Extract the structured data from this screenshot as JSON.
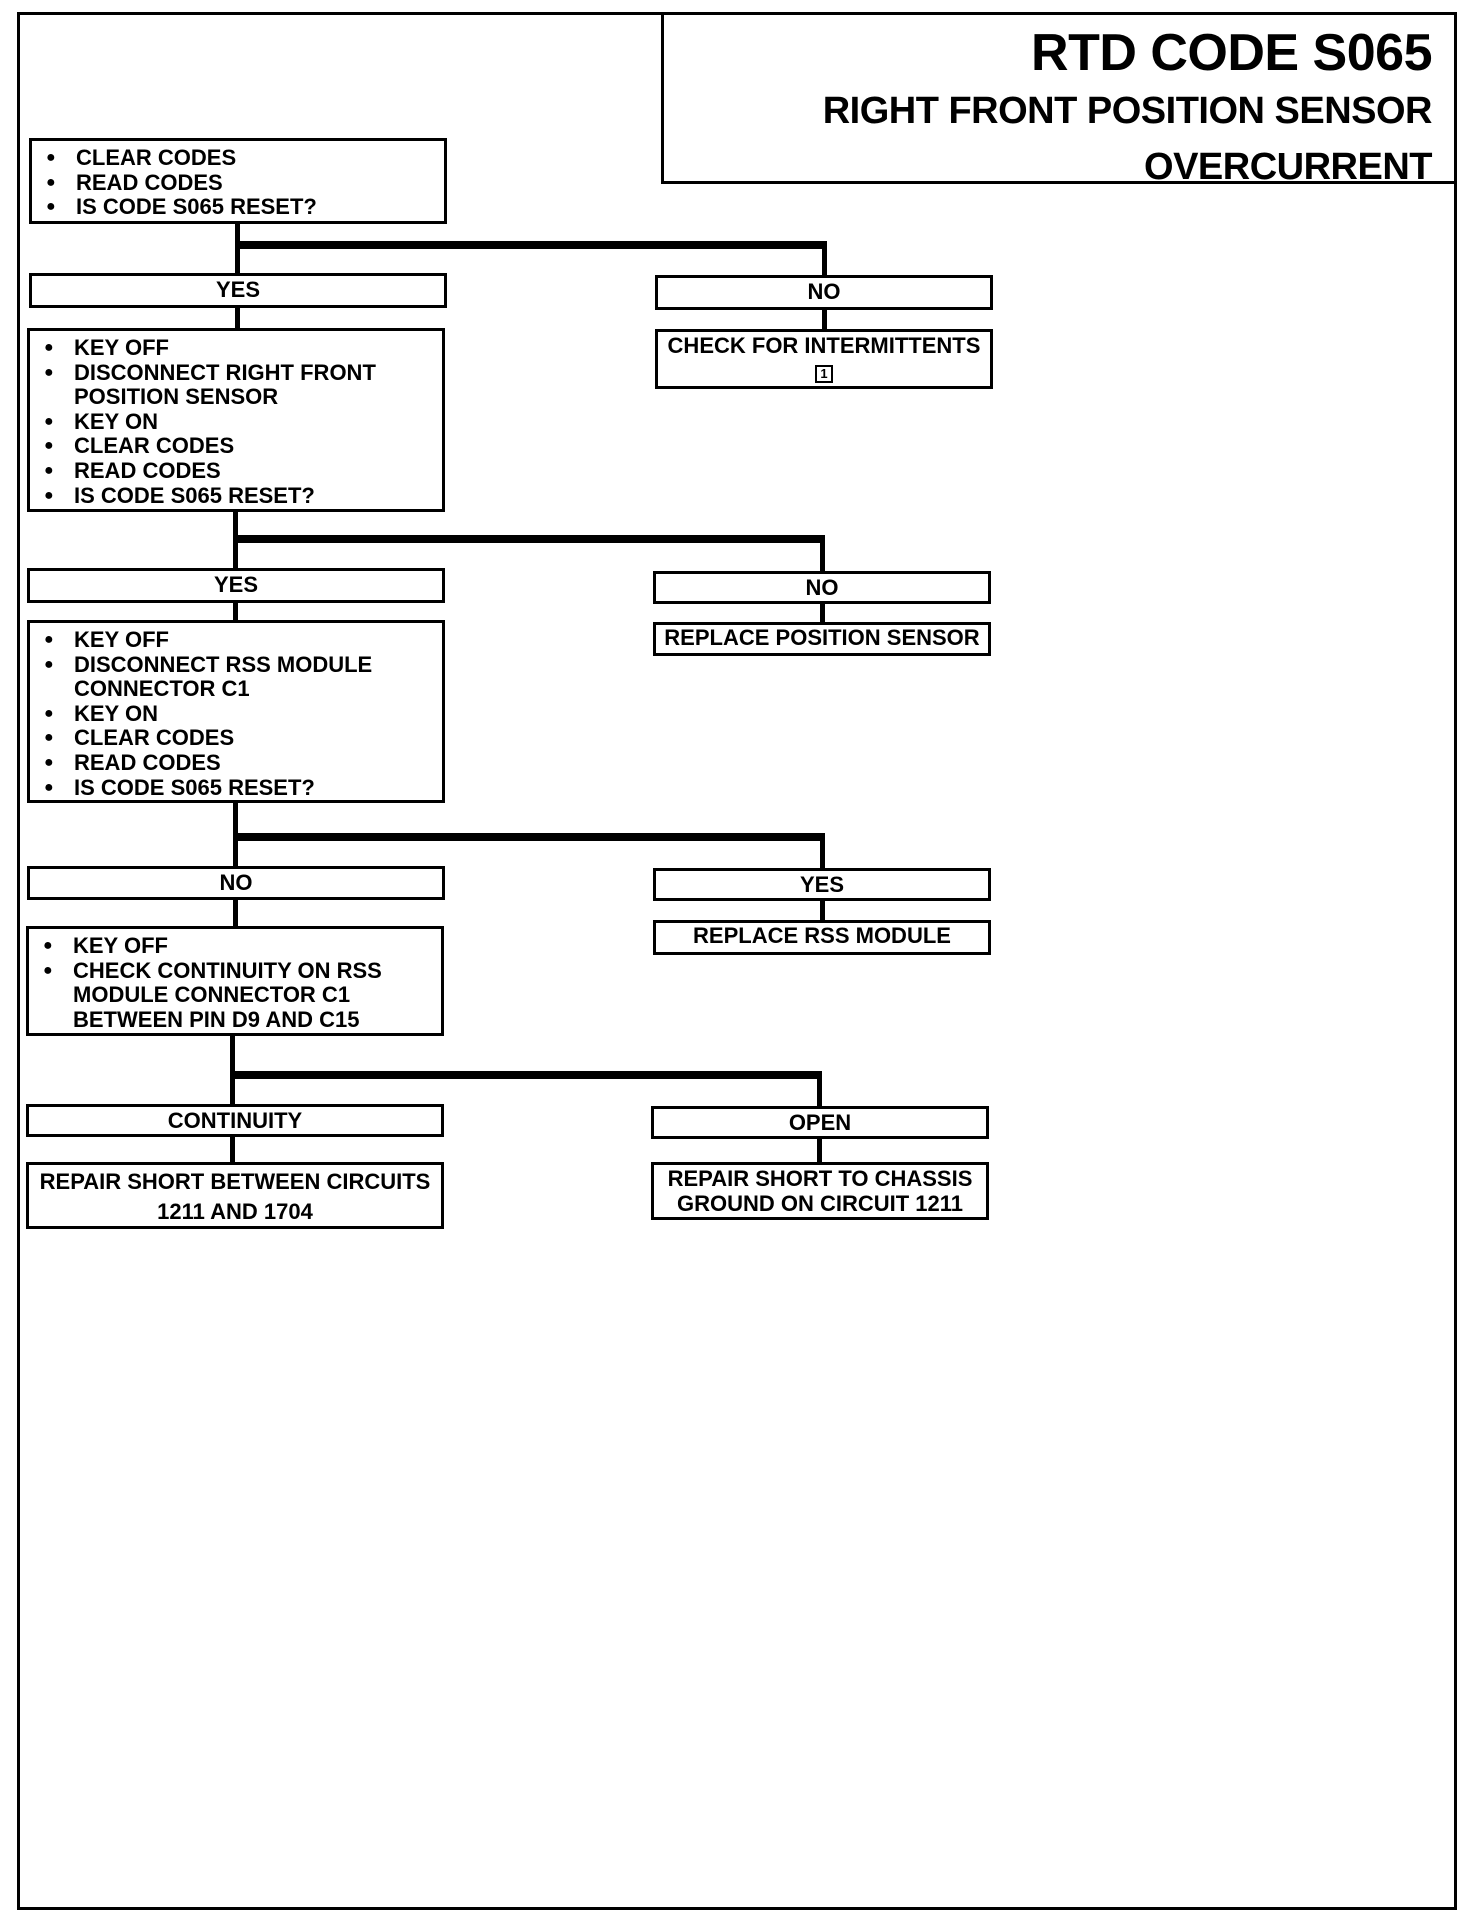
{
  "header": {
    "code": "RTD CODE S065",
    "subtitle_1": "RIGHT FRONT POSITION SENSOR",
    "subtitle_2": "OVERCURRENT"
  },
  "steps": {
    "step1": [
      "CLEAR CODES",
      "READ CODES",
      "IS CODE S065 RESET?"
    ],
    "step1_yes": "YES",
    "step1_no": "NO",
    "step1_no_action": "CHECK FOR INTERMITTENTS",
    "step1_no_ref": "1",
    "step2": [
      "KEY OFF",
      "DISCONNECT RIGHT FRONT",
      "POSITION SENSOR",
      "KEY ON",
      "CLEAR CODES",
      "READ CODES",
      "IS CODE S065 RESET?"
    ],
    "step2_yes": "YES",
    "step2_no": "NO",
    "step2_no_action": "REPLACE POSITION SENSOR",
    "step3": [
      "KEY OFF",
      "DISCONNECT RSS MODULE",
      "CONNECTOR C1",
      "KEY ON",
      "CLEAR CODES",
      "READ CODES",
      "IS CODE S065 RESET?"
    ],
    "step3_no": "NO",
    "step3_yes": "YES",
    "step3_yes_action": "REPLACE RSS MODULE",
    "step4": [
      "KEY OFF",
      "CHECK CONTINUITY ON RSS",
      "MODULE CONNECTOR C1",
      "BETWEEN PIN D9 AND C15"
    ],
    "step4_continuity": "CONTINUITY",
    "step4_open": "OPEN",
    "continuity_action": [
      "REPAIR SHORT BETWEEN CIRCUITS",
      "1211 AND 1704"
    ],
    "open_action": [
      "REPAIR SHORT TO CHASSIS",
      "GROUND ON CIRCUIT 1211"
    ]
  }
}
